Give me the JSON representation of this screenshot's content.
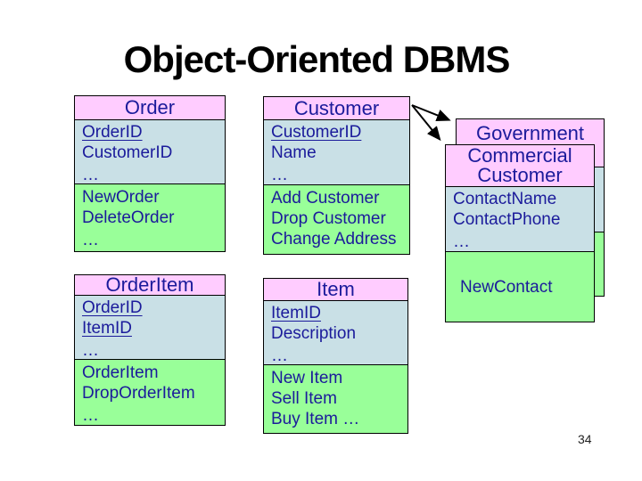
{
  "title": "Object-Oriented DBMS",
  "page_number": "34",
  "colors": {
    "header_bg": "#ffccff",
    "attributes_bg": "#c9e0e6",
    "methods_bg": "#99ff99",
    "text": "#1b1b9b",
    "border": "#000000",
    "title_text": "#000000",
    "background": "#ffffff"
  },
  "classes": {
    "order": {
      "name": "Order",
      "attributes": [
        "OrderID",
        "CustomerID",
        "…"
      ],
      "methods": [
        "NewOrder",
        "DeleteOrder",
        "…"
      ]
    },
    "customer": {
      "name": "Customer",
      "attributes": [
        "CustomerID",
        "Name",
        "…"
      ],
      "methods": [
        "Add Customer",
        "Drop Customer",
        "Change Address"
      ]
    },
    "order_item": {
      "name": "OrderItem",
      "attributes": [
        "OrderID",
        "ItemID",
        "…"
      ],
      "methods": [
        "OrderItem",
        "DropOrderItem",
        "…"
      ]
    },
    "item": {
      "name": "Item",
      "attributes": [
        "ItemID",
        "Description",
        "…"
      ],
      "methods": [
        "New Item",
        "Sell Item",
        "Buy Item …"
      ]
    },
    "government": {
      "name": "Government"
    },
    "commercial_customer": {
      "name_line1": "Commercial",
      "name_line2": "Customer",
      "attributes": [
        "ContactName",
        "ContactPhone",
        "…"
      ],
      "methods": [
        "NewContact"
      ]
    }
  }
}
